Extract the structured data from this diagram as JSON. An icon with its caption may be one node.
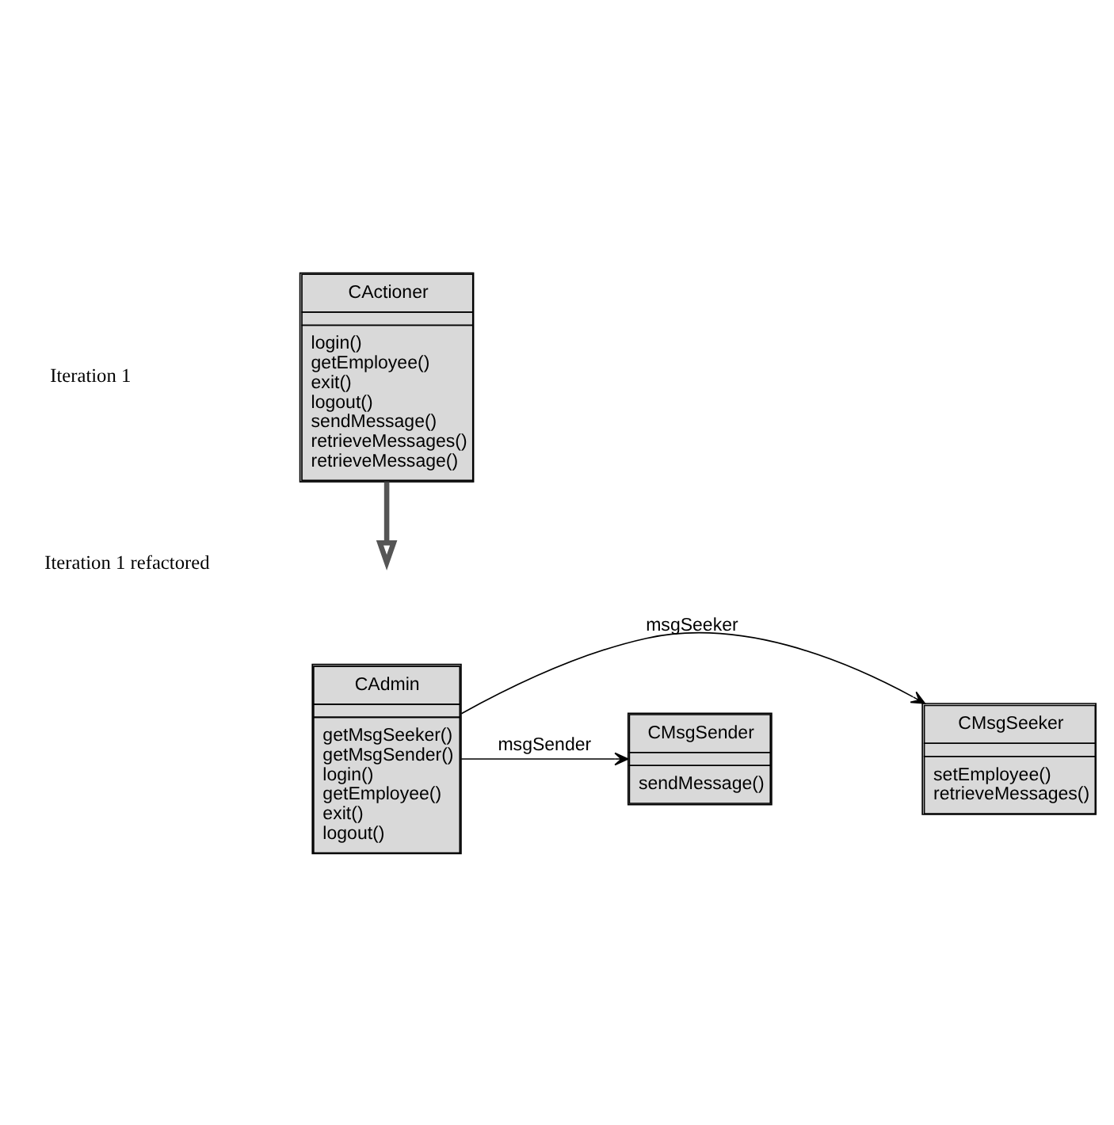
{
  "diagram": {
    "nodes": [
      {
        "text": [
          "CActioner",
          "login()",
          "getEmployee()",
          "exit()",
          "logout()",
          "sendMessage()",
          "retrieveMessages()",
          "retrieveMessage()"
        ]
      },
      {
        "text": [
          "CAdmin",
          "getMsgSeeker()",
          "getMsgSender()",
          "login()",
          "getEmployee()",
          "exit()",
          "logout()"
        ]
      },
      {
        "text": [
          "CMsgSender",
          "sendMessage()"
        ]
      },
      {
        "text": [
          "CMsgSeeker",
          "setEmployee()",
          "retrieveMessages()"
        ]
      }
    ],
    "edges": [
      {
        "from": 0,
        "to": null,
        "arrow": "to",
        "style": "thick"
      },
      {
        "from": 1,
        "to": 2,
        "arrow": "to",
        "label": "msgSender"
      },
      {
        "from": 1,
        "to": 3,
        "arrow": "to",
        "label": "msgSeeker"
      }
    ],
    "labels": [
      "Iteration 1",
      "Iteration 1 refactored"
    ]
  }
}
